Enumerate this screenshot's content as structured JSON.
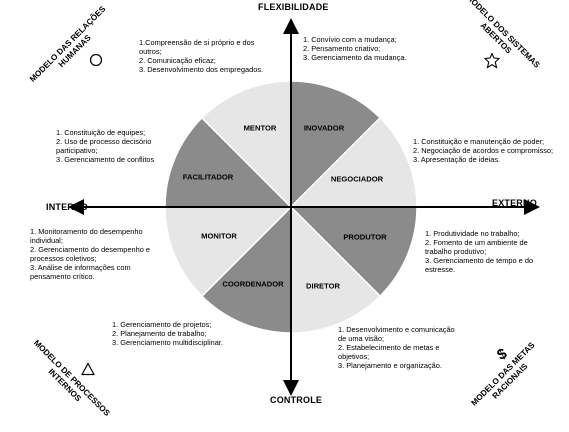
{
  "axes": {
    "top": "FLEXIBILIDADE",
    "bottom": "CONTROLE",
    "left": "INTERNO",
    "right": "EXTERNO"
  },
  "models": {
    "top_left": [
      "MODELO DAS RELAÇÕES",
      "HUMANAS"
    ],
    "top_right": [
      "MODELO DOS SISTEMAS",
      "ABERTOS"
    ],
    "bottom_left": [
      "MODELO DE PROCESSOS",
      "INTERNOS"
    ],
    "bottom_right": [
      "MODELO DAS METAS",
      "RACIONAIS"
    ]
  },
  "roles": {
    "mentor": "MENTOR",
    "inovador": "INOVADOR",
    "negociador": "NEGOCIADOR",
    "produtor": "PRODUTOR",
    "diretor": "DIRETOR",
    "coordenador": "COORDENADOR",
    "monitor": "MONITOR",
    "facilitador": "FACILITADOR"
  },
  "descriptions": {
    "mentor": [
      "1.Compreensão de si próprio e dos",
      "outros;",
      "2. Comunicação eficaz;",
      "3. Desenvolvimento dos empregados."
    ],
    "inovador": [
      "1. Convívio com a mudança;",
      "2. Pensamento criativo;",
      "3. Gerenciamento da mudança."
    ],
    "negociador": [
      "1. Constituição e manutenção de poder;",
      "2. Negociação de acordos e compromisso;",
      "3. Apresentação de ideias."
    ],
    "produtor": [
      "1. Produtividade no trabalho;",
      "2. Fomento de um ambiente de",
      "trabalho produtivo;",
      "3. Gerenciamento de tempo e do",
      "estresse."
    ],
    "diretor": [
      "1. Desenvolvimento e comunicação",
      "de uma visão;",
      "2. Estabelecimento de metas e",
      "objetivos;",
      "3. Planejamento e organização."
    ],
    "coordenador": [
      "1. Gerenciamento de projetos;",
      "2. Planejamento de trabalho;",
      "3. Gerenciamento multidisciplinar."
    ],
    "monitor": [
      "1. Monitoramento do desempenho",
      "individual;",
      "2. Gerenciamento do desempenho e",
      "processos coletivos;",
      "3. Análise de informações com",
      "pensamento crítico."
    ],
    "facilitador": [
      "1. Constituição de equipes;",
      "2. Uso de processo decisório",
      "participativo;",
      "3. Gerenciamento de conflitos"
    ]
  },
  "colors": {
    "dark_segment": "#8b8b8b",
    "light_segment": "#e6e6e6",
    "axis": "#000000"
  },
  "icons": {
    "top_left": "circle-icon",
    "top_right": "star-burst-icon",
    "bottom_left": "triangle-icon",
    "bottom_right": "dollar-icon"
  }
}
